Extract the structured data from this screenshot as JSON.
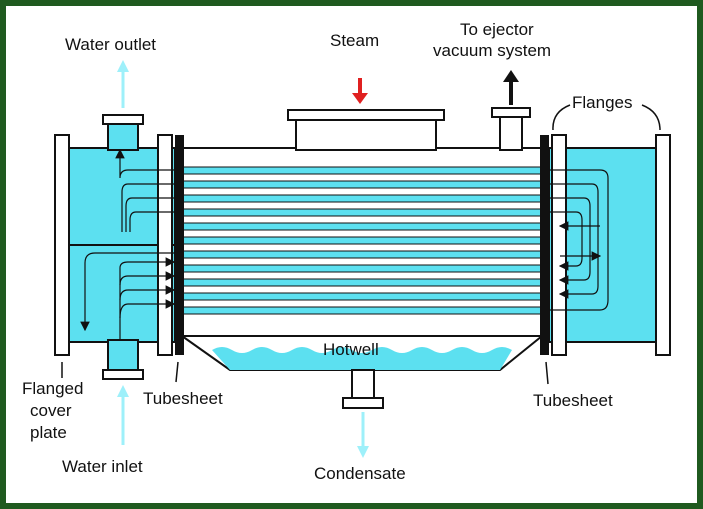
{
  "labels": {
    "water_outlet": "Water outlet",
    "steam": "Steam",
    "ejector_line1": "To ejector",
    "ejector_line2": "vacuum system",
    "flanges": "Flanges",
    "hotwell": "Hotwell",
    "flanged_line1": "Flanged",
    "flanged_line2": "cover",
    "flanged_line3": "plate",
    "tubesheet_left": "Tubesheet",
    "tubesheet_right": "Tubesheet",
    "water_inlet": "Water inlet",
    "condensate": "Condensate"
  },
  "colors": {
    "frame": "#1f5a1f",
    "water": "#5ce0f0",
    "water_light": "#9ef0fa",
    "shell": "#ffffff",
    "outline": "#111111",
    "steam_arrow": "#e02020",
    "flow_arrow": "#9ef0fa"
  }
}
